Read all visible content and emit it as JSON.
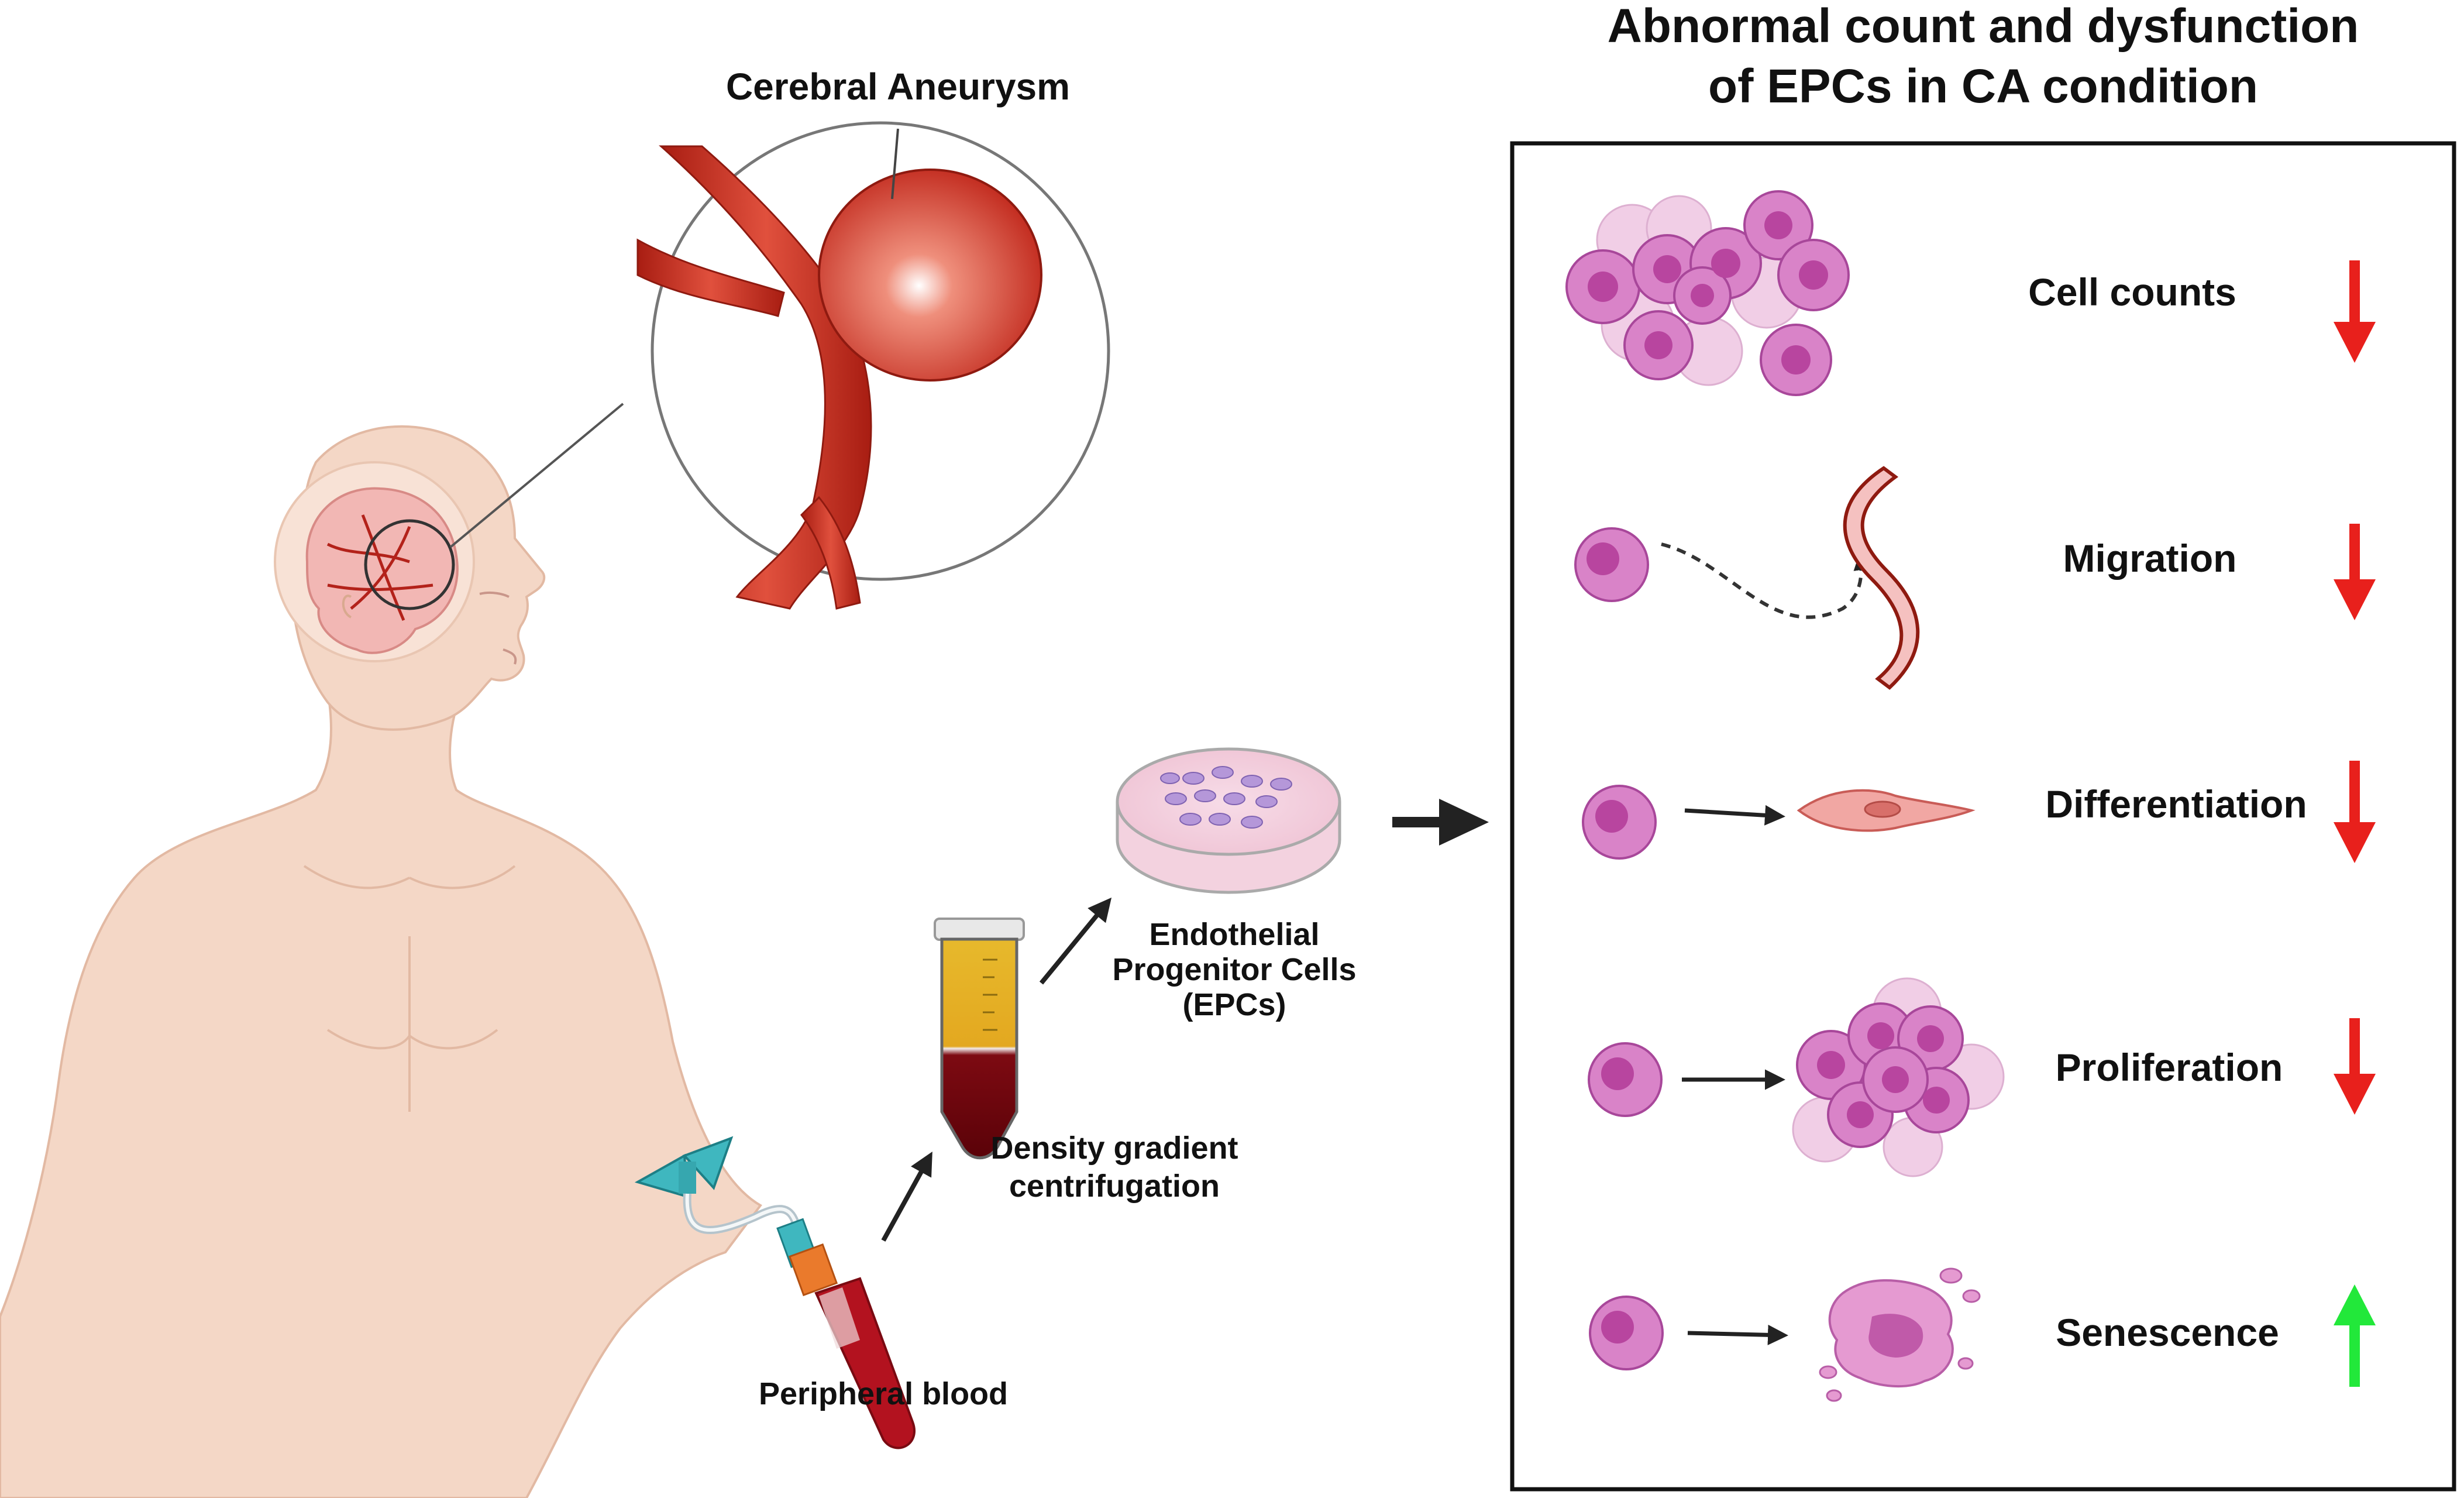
{
  "title": {
    "line1": "Abnormal count and dysfunction",
    "line2": "of EPCs in CA condition"
  },
  "labels": {
    "cerebral_aneurysm": "Cerebral Aneurysm",
    "peripheral_blood": "Peripheral blood",
    "density_line1": "Density gradient",
    "density_line2": "centrifugation",
    "epc_line1": "Endothelial",
    "epc_line2": "Progenitor Cells",
    "epc_line3": "(EPCs)"
  },
  "panel_items": [
    {
      "label": "Cell counts",
      "trend": "down"
    },
    {
      "label": "Migration",
      "trend": "down"
    },
    {
      "label": "Differentiation",
      "trend": "down"
    },
    {
      "label": "Proliferation",
      "trend": "down"
    },
    {
      "label": "Senescence",
      "trend": "up"
    }
  ],
  "colors": {
    "decrease": "#e8201c",
    "increase": "#22e83a",
    "cell_fill": "#d983c8",
    "cell_nucleus": "#b8459f",
    "vessel": "#c0261a",
    "skin": "#f4d7c6"
  }
}
